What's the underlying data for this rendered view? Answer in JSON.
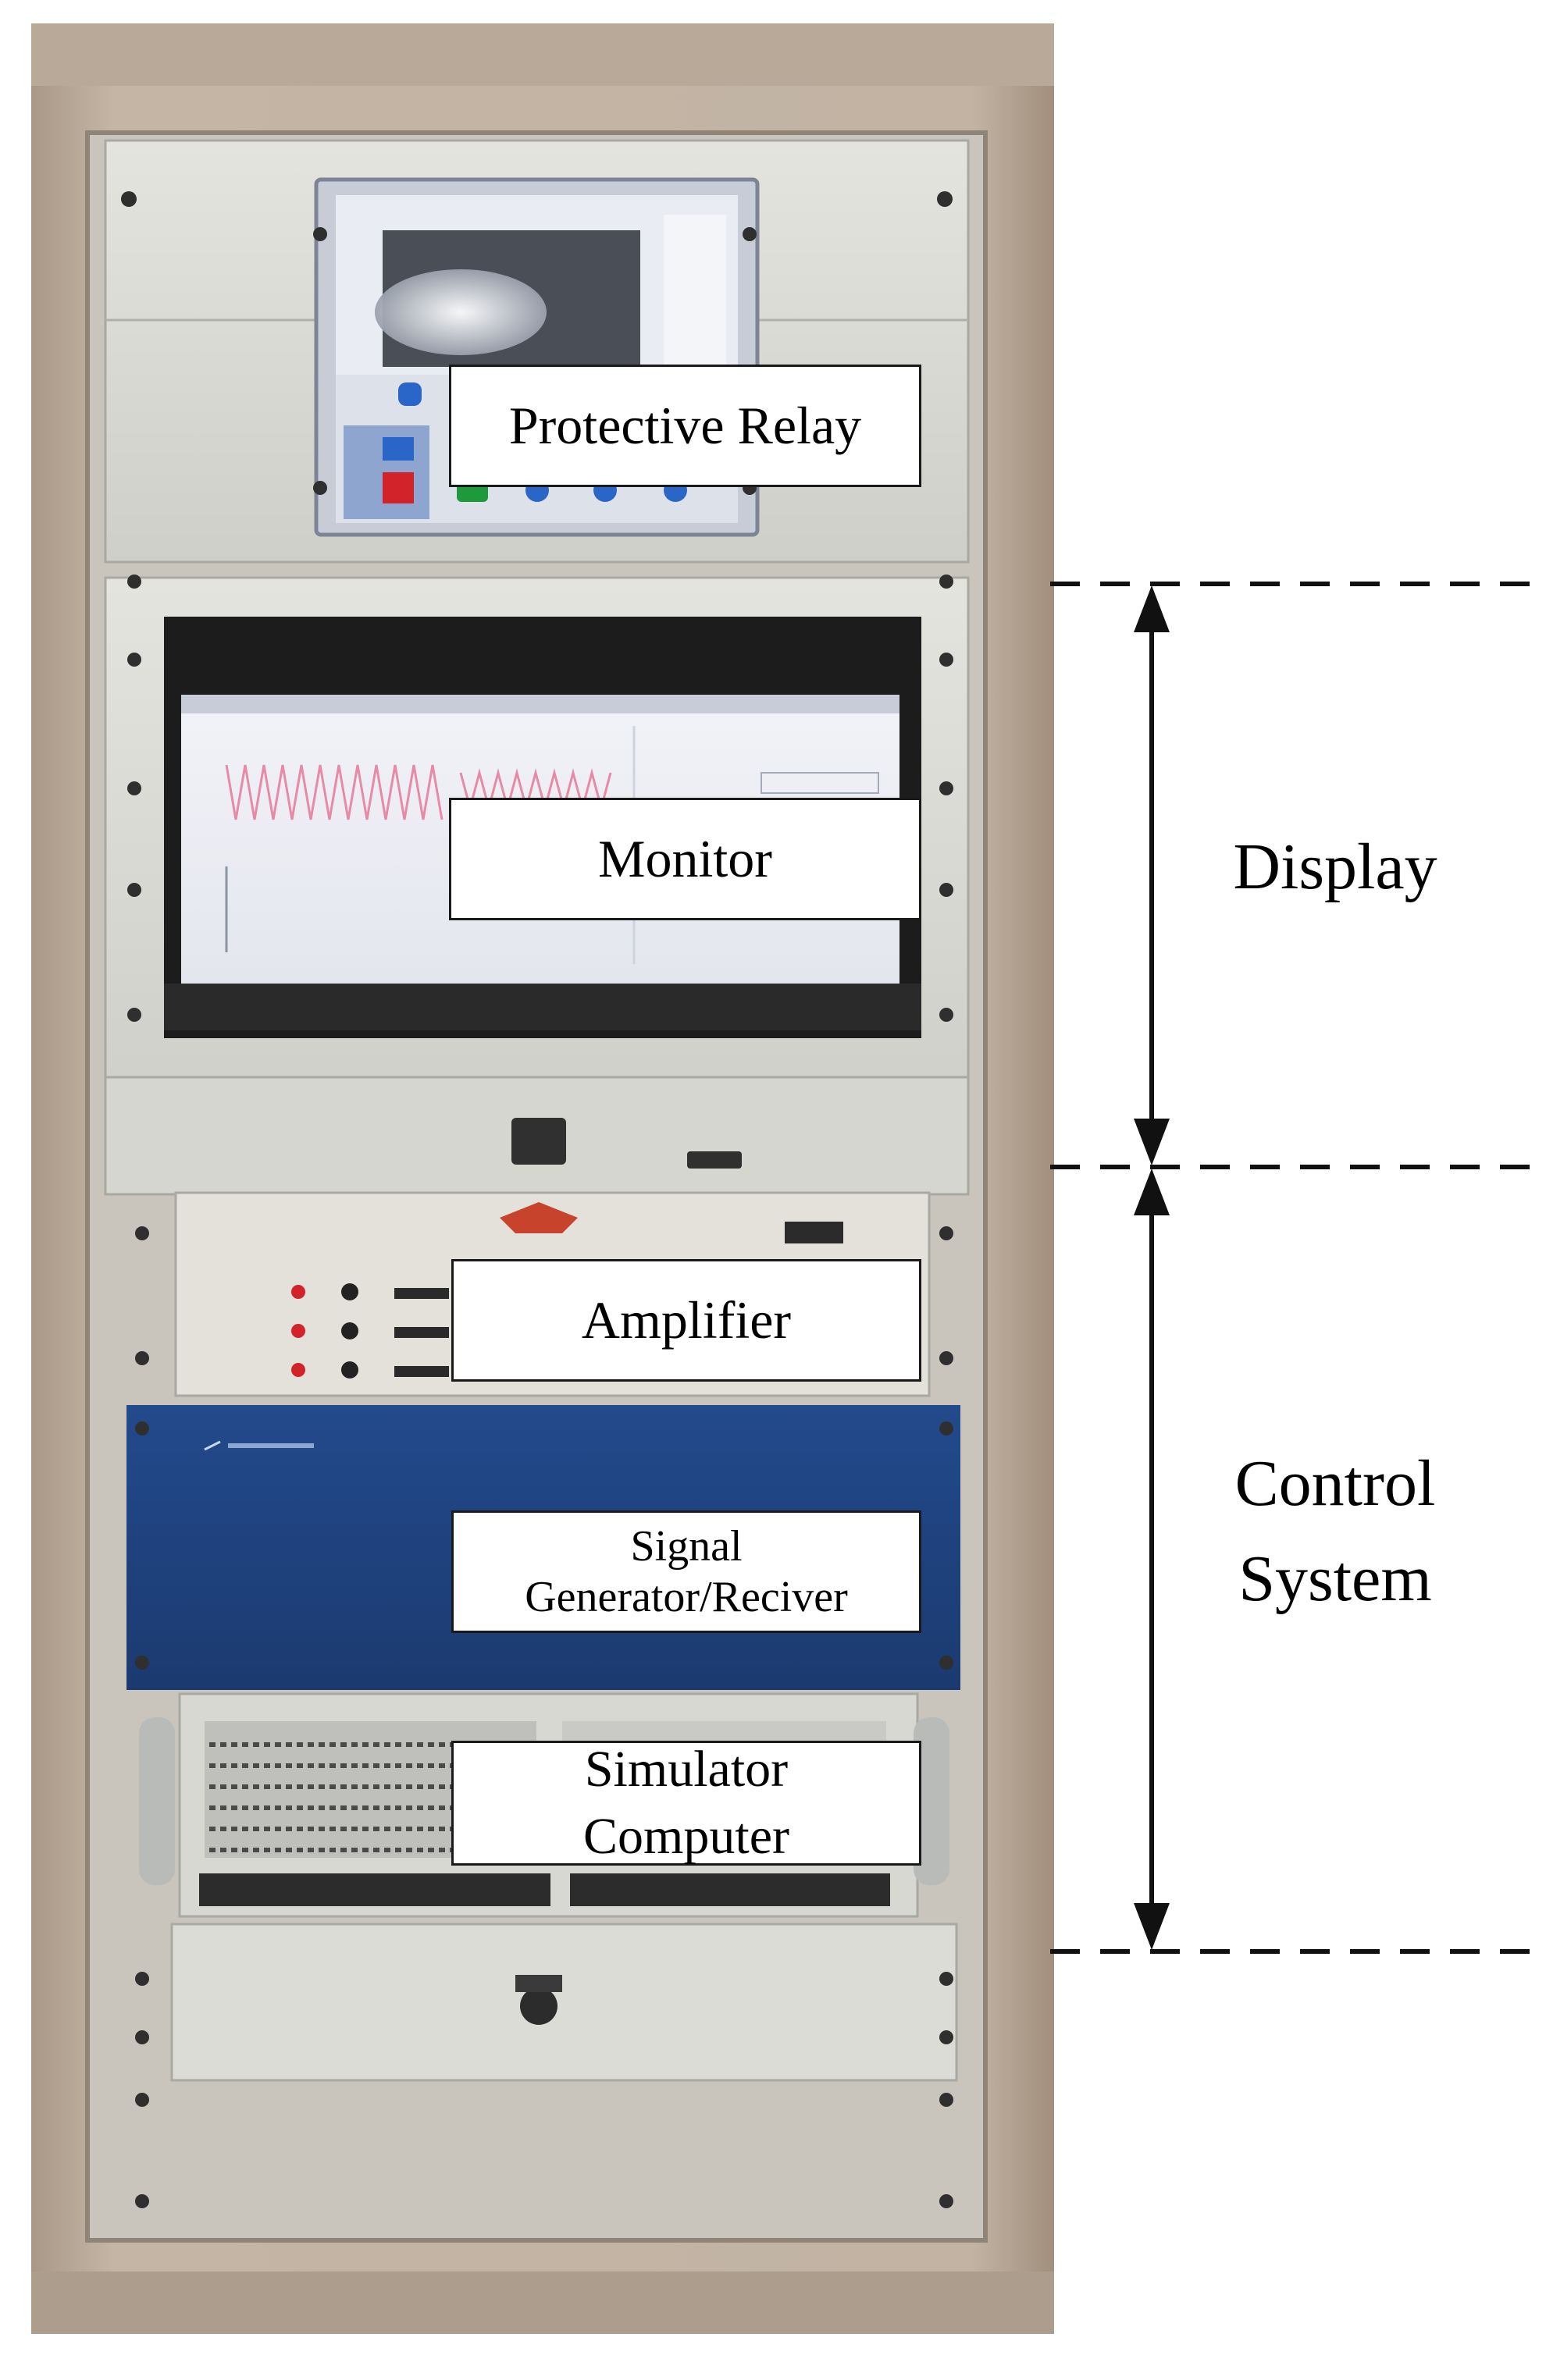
{
  "labels": {
    "protective_relay": "Protective Relay",
    "monitor": "Monitor",
    "amplifier": "Amplifier",
    "signal_line1": "Signal",
    "signal_line2": "Generator/Reciver",
    "simulator_line1": "Simulator",
    "simulator_line2": "Computer"
  },
  "sections": {
    "display": "Display",
    "control_line1": "Control",
    "control_line2": "System"
  },
  "colors": {
    "cabinet_frame": "#b8a898",
    "panel_gray": "#d9d9d4",
    "monitor_bezel": "#1c1c1c",
    "ni_panel_blue": "#1f3f7a",
    "relay_red": "#d2232a",
    "relay_blue": "#2a66c8",
    "relay_green": "#1e9a3c"
  }
}
